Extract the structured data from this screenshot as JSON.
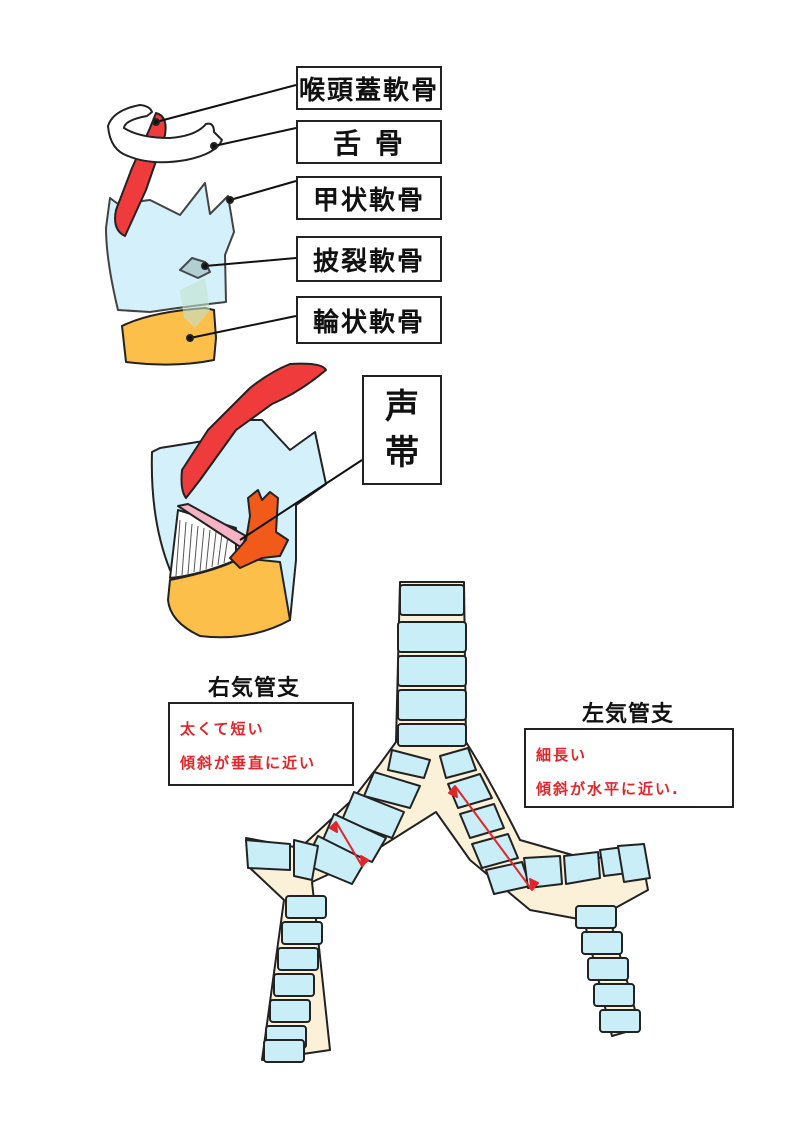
{
  "labels": {
    "epiglottis": "喉頭蓋軟骨",
    "hyoid": "舌 骨",
    "thyroid": "甲状軟骨",
    "arytenoid": "披裂軟骨",
    "cricoid": "輪状軟骨",
    "vocal_cord_1": "声",
    "vocal_cord_2": "帯"
  },
  "bronchi": {
    "right": {
      "title": "右気管支",
      "notes": [
        "太くて短い",
        "傾斜が垂直に近い"
      ]
    },
    "left": {
      "title": "左気管支",
      "notes": [
        "細長い",
        "傾斜が水平に近い."
      ]
    }
  },
  "colors": {
    "cartilage_blue": "#c9eef7",
    "thyroid_blue": "#d3f0fb",
    "cricoid_orange": "#fbbf4a",
    "epiglottis_red": "#ef3b3b",
    "arytenoid_orange": "#f25a1a",
    "vocal_pink": "#f7b3c6",
    "membrane_beige": "#fbf1d9",
    "note_red": "#e0262a"
  }
}
